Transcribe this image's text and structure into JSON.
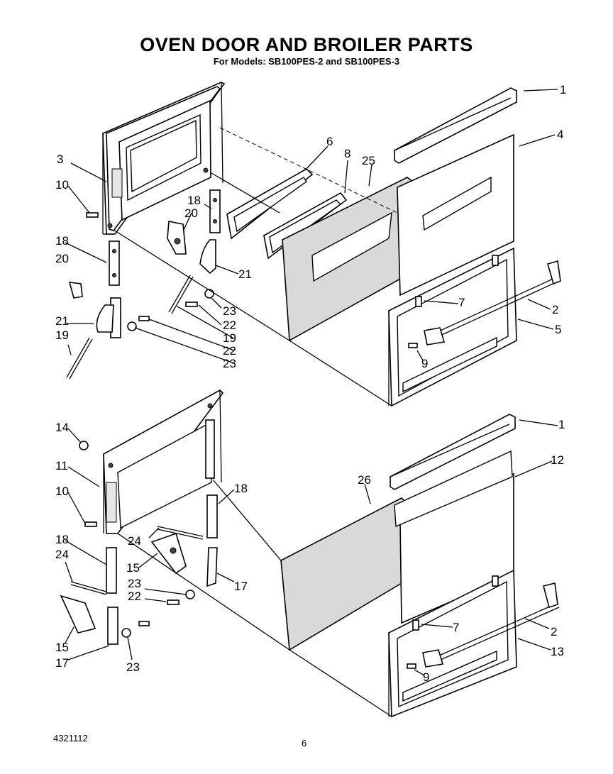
{
  "header": {
    "title": "OVEN DOOR AND BROILER PARTS",
    "subtitle": "For Models: SB100PES-2 and SB100PES-3"
  },
  "footer": {
    "doc_number": "4321112",
    "page_number": "6"
  },
  "callouts": {
    "upper": [
      "1",
      "4",
      "3",
      "6",
      "8",
      "25",
      "10",
      "18",
      "20",
      "18",
      "20",
      "21",
      "21",
      "19",
      "7",
      "2",
      "5",
      "23",
      "22",
      "19",
      "22",
      "23",
      "9"
    ],
    "lower": [
      "14",
      "1",
      "12",
      "11",
      "26",
      "18",
      "10",
      "24",
      "18",
      "24",
      "15",
      "17",
      "23",
      "22",
      "15",
      "17",
      "23",
      "7",
      "2",
      "13",
      "9"
    ]
  }
}
